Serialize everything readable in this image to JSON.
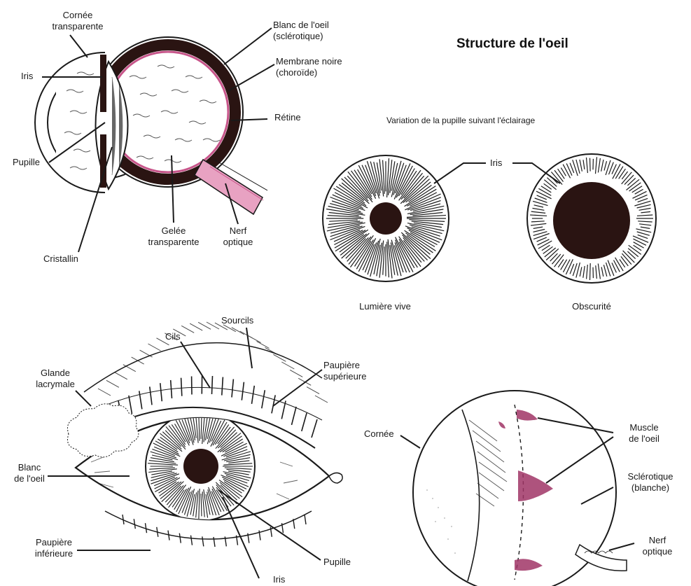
{
  "title": "Structure de l'oeil",
  "colors": {
    "ink": "#1a1a1a",
    "choroid": "#2a1412",
    "retina": "#c7558a",
    "nerve": "#e8a2c2",
    "muscle": "#a03566",
    "paper": "#ffffff"
  },
  "cross_section": {
    "labels": {
      "cornea": "Cornée\ntransparente",
      "iris": "Iris",
      "pupil": "Pupille",
      "lens": "Cristallin",
      "sclera": "Blanc de l'oeil\n(sclérotique)",
      "choroid": "Membrane noire\n(choroïde)",
      "retina": "Rétine",
      "vitreous": "Gelée\ntransparente",
      "optic_nerve": "Nerf\noptique"
    }
  },
  "pupil_variation": {
    "heading": "Variation de la pupille suivant l'éclairage",
    "iris_label": "Iris",
    "bright_label": "Lumière vive",
    "dark_label": "Obscurité"
  },
  "external_eye": {
    "labels": {
      "eyebrows": "Sourcils",
      "eyelashes": "Cils",
      "lacrimal_gland": "Glande\nlacrymale",
      "upper_eyelid": "Paupière\nsupérieure",
      "white": "Blanc\nde l'oeil",
      "lower_eyelid": "Paupière\ninférieure",
      "pupil": "Pupille",
      "iris": "Iris"
    }
  },
  "eyeball_side": {
    "labels": {
      "cornea": "Cornée",
      "muscle": "Muscle\nde l'oeil",
      "sclera": "Sclérotique\n(blanche)",
      "optic_nerve": "Nerf\noptique"
    }
  }
}
